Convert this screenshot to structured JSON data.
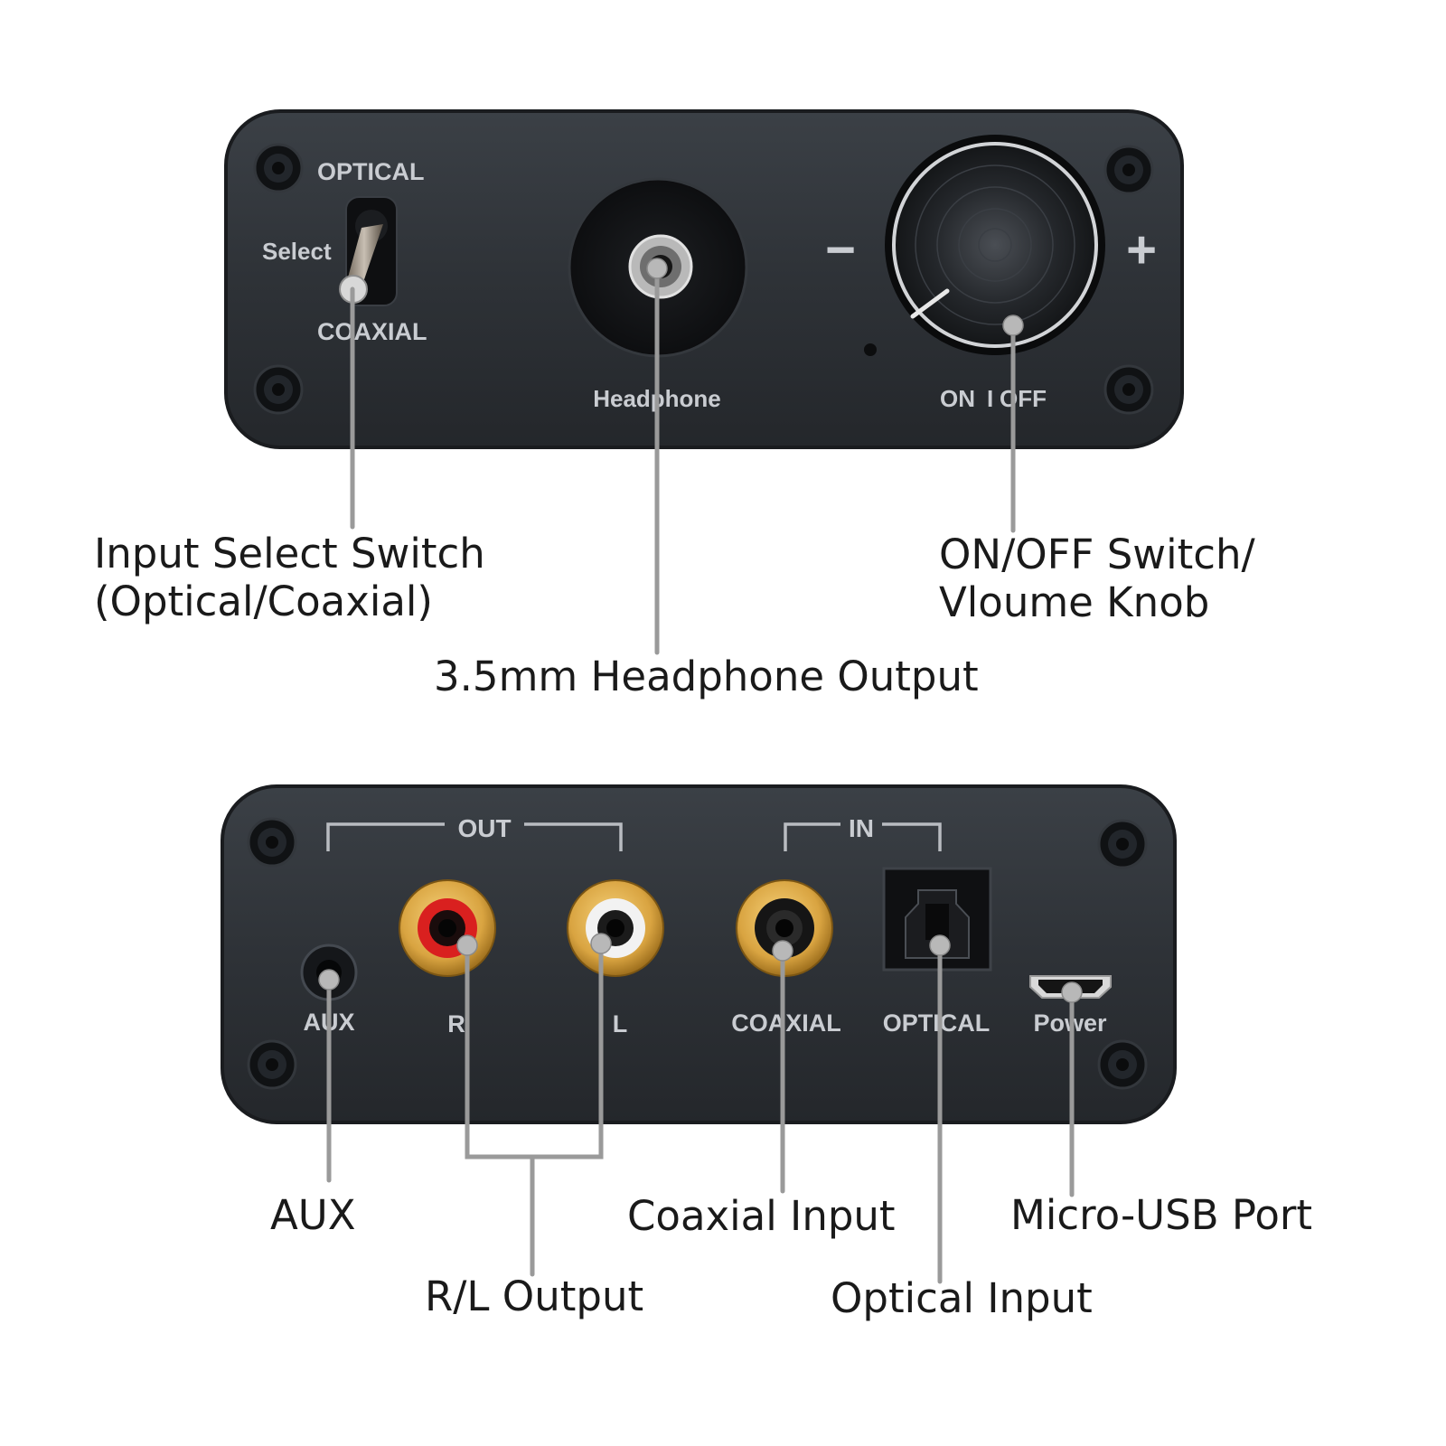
{
  "front_panel": {
    "optical_label": "OPTICAL",
    "select_label": "Select",
    "coaxial_label": "COAXIAL",
    "headphone_label": "Headphone",
    "minus_label": "−",
    "plus_label": "+",
    "on_label": "ON",
    "divider_label": "I",
    "off_label": "OFF"
  },
  "back_panel": {
    "out_label": "OUT",
    "in_label": "IN",
    "aux_label": "AUX",
    "r_label": "R",
    "l_label": "L",
    "coaxial_label": "COAXIAL",
    "optical_label": "OPTICAL",
    "power_label": "Power"
  },
  "callouts": {
    "input_select_line1": "Input Select Switch",
    "input_select_line2": "(Optical/Coaxial)",
    "headphone_output": "3.5mm Headphone Output",
    "onoff_line1": "ON/OFF Switch/",
    "onoff_line2": "Vloume Knob",
    "aux": "AUX",
    "rl_output": "R/L Output",
    "coaxial_input": "Coaxial Input",
    "optical_input": "Optical Input",
    "micro_usb": "Micro-USB Port"
  },
  "colors": {
    "panel": "#2c3035",
    "rca_gold": "#d9a441",
    "rca_red": "#d9201f",
    "rca_white": "#f2f2f2"
  }
}
